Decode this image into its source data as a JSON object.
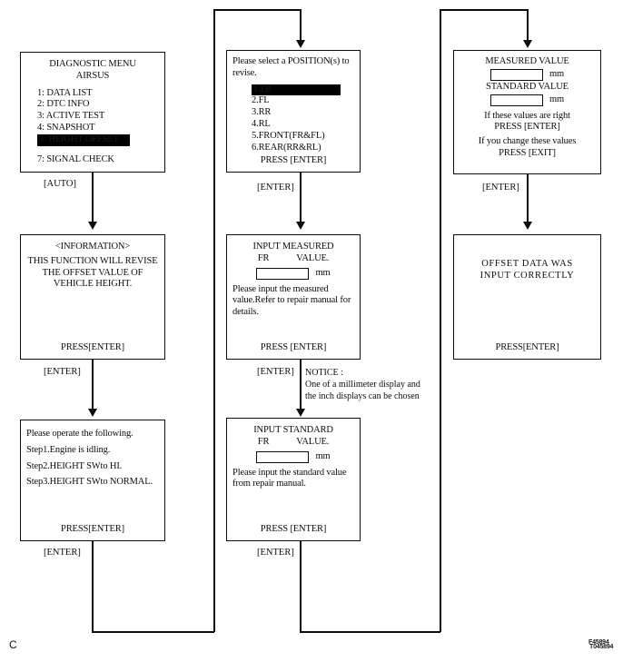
{
  "page": {
    "letter": "C",
    "figure_code_line1": "F45894",
    "figure_code_line2": "T045894"
  },
  "connectors": {
    "auto": "[AUTO]",
    "enter": "[ENTER]"
  },
  "notice": {
    "heading": "NOTICE :",
    "line1": "One of a millimeter display and",
    "line2": "the inch displays can be chosen"
  },
  "screens": {
    "diagnostic_menu": {
      "title_line1": "DIAGNOSTIC MENU",
      "title_line2": "AIRSUS",
      "items": [
        "1: DATA LIST",
        "2: DTC INFO",
        "3: ACTIVE TEST",
        "4: SNAPSHOT"
      ],
      "selected_item": "5: HEIGHT OFFSET",
      "last_item": "7: SIGNAL CHECK"
    },
    "information": {
      "title": "<INFORMATION>",
      "line1": "THIS FUNCTION WILL REVISE",
      "line2": "THE OFFSET VALUE OF",
      "line3": "VEHICLE HEIGHT.",
      "footer": "PRESS[ENTER]"
    },
    "operate": {
      "line1": "Please operate the following.",
      "line2": "Step1.Engine is idling.",
      "line3": "Step2.HEIGHT SWto HI.",
      "line4": "Step3.HEIGHT SWto NORMAL.",
      "footer": "PRESS[ENTER]"
    },
    "select_position": {
      "prompt_line1": "Please select a POSITION(s) to",
      "prompt_line2": "revise.",
      "selected_option": "1.FR",
      "options": [
        "2.FL",
        "3.RR",
        "4.RL",
        "5.FRONT(FR&FL)",
        "6.REAR(RR&RL)"
      ],
      "footer": "PRESS [ENTER]"
    },
    "input_measured": {
      "title_line1": "INPUT MEASURED",
      "title_left": "FR",
      "title_right": "VALUE.",
      "field_value": "",
      "unit": "mm",
      "body_line1": "Please input the measured",
      "body_line2": "value.Refer to repair manual for",
      "body_line3": "details.",
      "footer": "PRESS [ENTER]"
    },
    "input_standard": {
      "title_line1": "INPUT STANDARD",
      "title_left": "FR",
      "title_right": "VALUE.",
      "field_value": "",
      "unit": "mm",
      "body_line1": "Please input the standard value",
      "body_line2": "from repair manual.",
      "footer": "PRESS [ENTER]"
    },
    "confirm_values": {
      "measured_label": "MEASURED VALUE",
      "measured_value": "",
      "measured_unit": "mm",
      "standard_label": "STANDARD VALUE",
      "standard_value": "",
      "standard_unit": "mm",
      "confirm_line1": "If these values are right",
      "confirm_line2": "PRESS [ENTER]",
      "change_line1": "If you change these values",
      "change_line2": "PRESS [EXIT]"
    },
    "offset_done": {
      "line1": "OFFSET DATA WAS",
      "line2": "INPUT CORRECTLY",
      "footer": "PRESS[ENTER]"
    }
  }
}
